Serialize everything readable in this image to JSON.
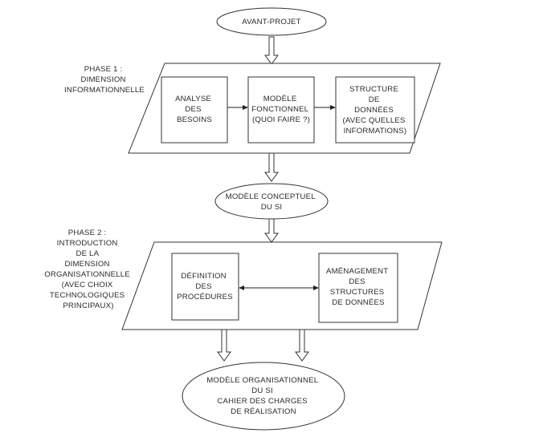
{
  "nodes": {
    "avant_projet": "AVANT-PROJET",
    "analyse": [
      "ANALYSE",
      "DES",
      "BESOINS"
    ],
    "modele_fonctionnel": [
      "MODÈLE",
      "FONCTIONNEL",
      "(QUOI FAIRE ?)"
    ],
    "structure_donnees": [
      "STRUCTURE",
      "DE",
      "DONNÉES",
      "(AVEC QUELLES",
      "INFORMATIONS)"
    ],
    "modele_conceptuel": [
      "MODÈLE CONCEPTUEL",
      "DU SI"
    ],
    "definition_procedures": [
      "DÉFINITION",
      "DES",
      "PROCÉDURES"
    ],
    "amenagement": [
      "AMÉNAGEMENT",
      "DES",
      "STRUCTURES",
      "DE DONNÉES"
    ],
    "modele_organisationnel": [
      "MODÈLE ORGANISATIONNEL",
      "DU SI",
      "CAHIER DES CHARGES",
      "DE RÉALISATION"
    ]
  },
  "phases": {
    "phase1": [
      "PHASE 1 :",
      "DIMENSION",
      "INFORMATIONNELLE"
    ],
    "phase2": [
      "PHASE 2 :",
      "INTRODUCTION",
      "DE LA",
      "DIMENSION",
      "ORGANISATIONNELLE",
      "(AVEC CHOIX",
      "TECHNOLOGIQUES",
      "PRINCIPAUX)"
    ]
  }
}
